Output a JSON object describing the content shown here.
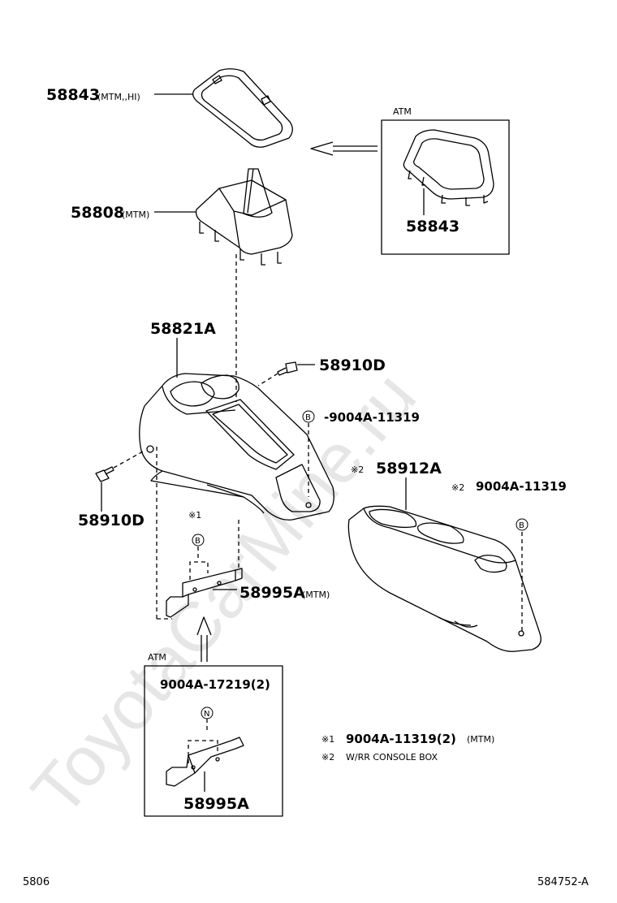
{
  "watermark": "ToyotaCarMine.ru",
  "parts": {
    "p58843_top": {
      "number": "58843",
      "note": "(MTM,,HI)"
    },
    "p58808": {
      "number": "58808",
      "note": "(MTM)"
    },
    "p58843_atm": {
      "number": "58843"
    },
    "p58821A": {
      "number": "58821A"
    },
    "p58910D_right": {
      "number": "58910D"
    },
    "p58910D_left": {
      "number": "58910D"
    },
    "p9004A_11319": {
      "number": "-9004A-11319"
    },
    "p58912A": {
      "number": "58912A",
      "mark": "※2"
    },
    "p9004A_11319_b": {
      "number": "9004A-11319",
      "mark": "※2"
    },
    "p58995A": {
      "number": "58995A",
      "note": "(MTM)"
    },
    "p58995A_atm": {
      "number": "58995A"
    },
    "p9004A_17219": {
      "number": "9004A-17219(2)"
    },
    "mark1": "※1"
  },
  "boxes": {
    "atm_top_label": "ATM",
    "atm_bottom_label": "ATM"
  },
  "markers": {
    "b": "B",
    "n": "N"
  },
  "footnotes": {
    "note1": {
      "mark": "※1",
      "text": "9004A-11319(2)",
      "suffix": "(MTM)"
    },
    "note2": {
      "mark": "※2",
      "text": "W/RR CONSOLE BOX"
    }
  },
  "page_code_left": "5806",
  "page_code_right": "584752-A"
}
